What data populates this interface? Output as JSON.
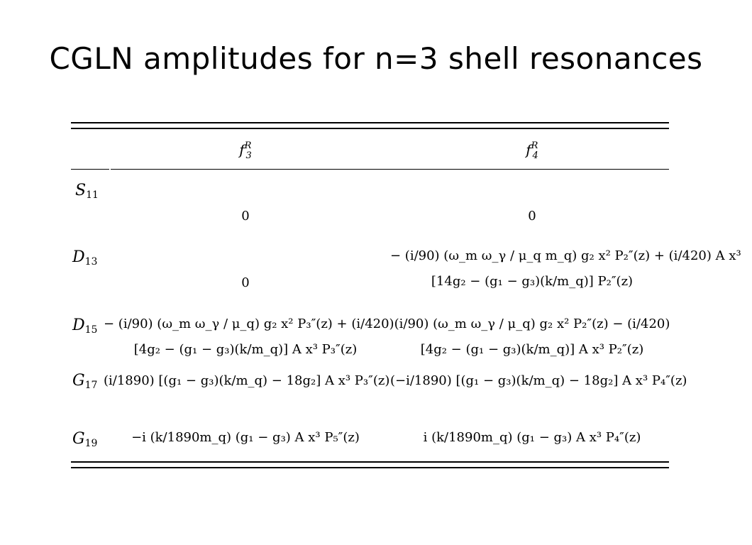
{
  "slide": {
    "title": "CGLN amplitudes for n=3 shell resonances"
  },
  "table": {
    "headers": {
      "col1": {
        "base": "f",
        "sup": "R",
        "sub": "3"
      },
      "col2": {
        "base": "f",
        "sup": "R",
        "sub": "4"
      }
    },
    "rows": [
      {
        "label": {
          "base": "S",
          "sub": "11"
        },
        "f3": [
          "0"
        ],
        "f4": [
          "0"
        ]
      },
      {
        "label": {
          "base": "D",
          "sub": "13"
        },
        "f3": [
          "0"
        ],
        "f4": [
          "− (i/90) (ω_m ω_γ / μ_q m_q) g₂ x² P₂″(z) + (i/420) A x³",
          "[14g₂ − (g₁ − g₃)(k/m_q)] P₂″(z)"
        ]
      },
      {
        "label": {
          "base": "D",
          "sub": "15"
        },
        "f3": [
          "− (i/90) (ω_m ω_γ / μ_q) g₂ x² P₃″(z) + (i/420)",
          "[4g₂ − (g₁ − g₃)(k/m_q)] A x³ P₃″(z)"
        ],
        "f4": [
          "(i/90) (ω_m ω_γ / μ_q) g₂ x² P₂″(z) − (i/420)",
          "[4g₂ − (g₁ − g₃)(k/m_q)] A x³ P₂″(z)"
        ]
      },
      {
        "label": {
          "base": "G",
          "sub": "17"
        },
        "f3": [
          "(i/1890) [(g₁ − g₃)(k/m_q) − 18g₂] A x³ P₃″(z)"
        ],
        "f4": [
          "(−i/1890) [(g₁ − g₃)(k/m_q) − 18g₂] A x³ P₄″(z)"
        ]
      },
      {
        "label": {
          "base": "G",
          "sub": "19"
        },
        "f3": [
          "−i (k/1890m_q) (g₁ − g₃) A x³ P₅″(z)"
        ],
        "f4": [
          "i (k/1890m_q) (g₁ − g₃) A x³ P₄″(z)"
        ]
      }
    ]
  }
}
